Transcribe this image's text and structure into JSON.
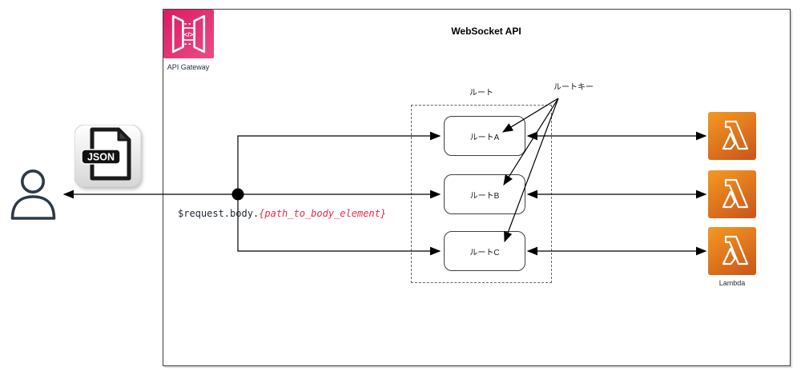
{
  "diagram": {
    "title": "WebSocket API",
    "api_gateway": {
      "label": "API Gateway",
      "icon_glyph": "</>"
    },
    "lambda": {
      "label": "Lambda",
      "count": 3
    },
    "routes": {
      "group_label": "ルート",
      "key_label": "ルートキー",
      "items": [
        {
          "label": "ルートA"
        },
        {
          "label": "ルートB"
        },
        {
          "label": "ルートC"
        }
      ]
    },
    "selection_expression": {
      "prefix": "$request.body.",
      "placeholder": "{path_to_body_element}"
    },
    "json_icon_label": "JSON",
    "colors": {
      "api_gateway_gradient_start": "#DB1B63",
      "api_gateway_gradient_end": "#EA4C86",
      "lambda_gradient_start": "#F2941F",
      "lambda_gradient_end": "#CC5A1C",
      "expression_red": "#E8294A",
      "label_navy": "#232F3E",
      "line_black": "#000000"
    }
  }
}
